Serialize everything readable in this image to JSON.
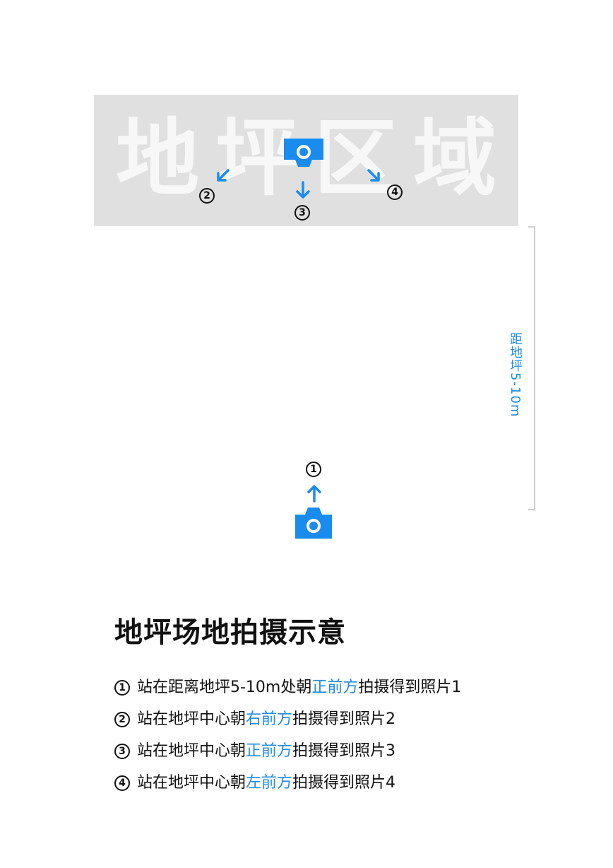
{
  "floor_area": {
    "watermark_chars": [
      "地",
      "坪",
      "区",
      "域"
    ]
  },
  "distance_label": "距地坪5-10m",
  "markers": {
    "m1": "1",
    "m2": "2",
    "m3": "3",
    "m4": "4"
  },
  "title": "地坪场地拍摄示意",
  "steps": [
    {
      "num": "1",
      "before": "站在距离地坪5-10m处朝",
      "highlight": "正前方",
      "after": "拍摄得到照片1"
    },
    {
      "num": "2",
      "before": "站在地坪中心朝",
      "highlight": "右前方",
      "after": "拍摄得到照片2"
    },
    {
      "num": "3",
      "before": "站在地坪中心朝",
      "highlight": "正前方",
      "after": "拍摄得到照片3"
    },
    {
      "num": "4",
      "before": "站在地坪中心朝",
      "highlight": "左前方",
      "after": "拍摄得到照片4"
    }
  ],
  "colors": {
    "accent": "#1f8be6",
    "camera": "#1a8cf0",
    "floor_bg": "#e0e0e0"
  },
  "icons": [
    "camera-icon",
    "arrow-up-icon",
    "arrow-down-icon",
    "arrow-down-left-icon",
    "arrow-down-right-icon"
  ]
}
